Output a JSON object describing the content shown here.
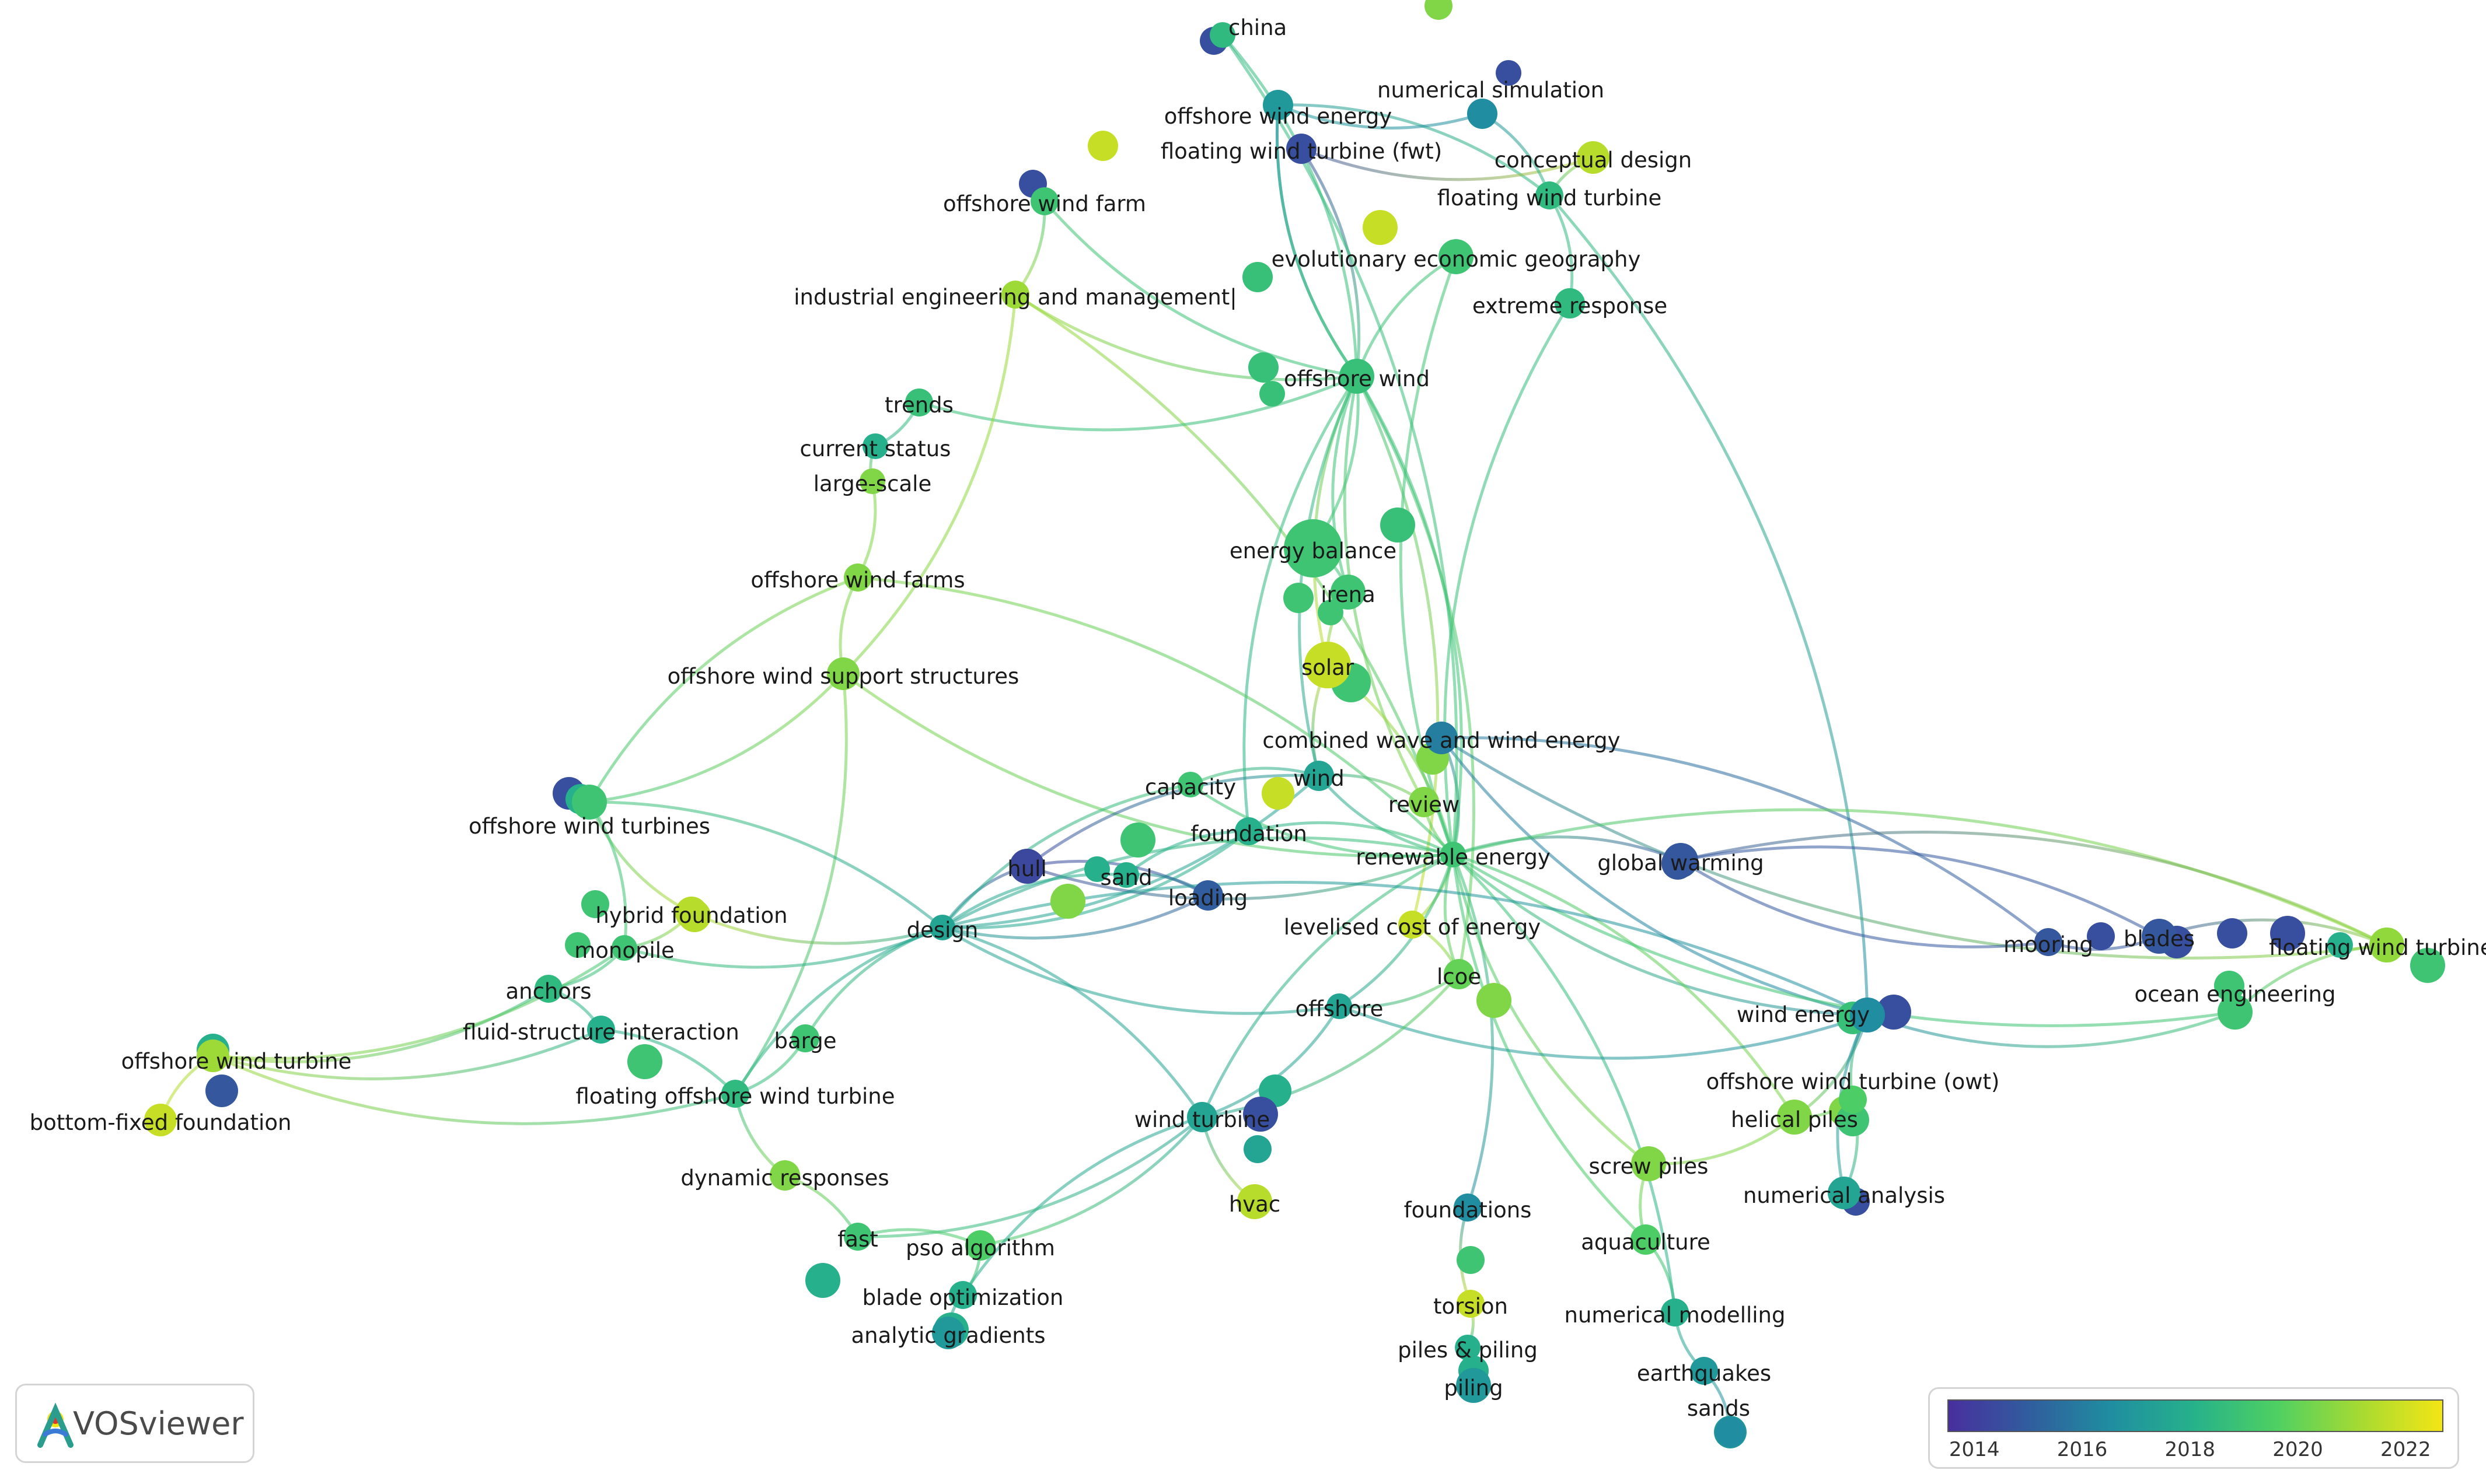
{
  "app": {
    "name": "VOSviewer"
  },
  "colors": {
    "scale": [
      "#482f9e",
      "#305e9e",
      "#1f8fa0",
      "#27b28a",
      "#4fd062",
      "#a6da32",
      "#f3e515"
    ],
    "background": "#ffffff",
    "label": "#1a1a1a"
  },
  "legend": {
    "ticks": [
      "2014",
      "2016",
      "2018",
      "2020",
      "2022"
    ],
    "min": 2013.5,
    "max": 2022.7
  },
  "nodes": [
    {
      "id": "china",
      "label": "china",
      "year": 2018.5
    },
    {
      "id": "numerical-simulation",
      "label": "numerical simulation",
      "year": 2016.5
    },
    {
      "id": "offshore-wind-energy",
      "label": "offshore wind energy",
      "year": 2017.0
    },
    {
      "id": "floating-wind-turbine-fwt",
      "label": "floating wind turbine (fwt)",
      "year": 2014.5
    },
    {
      "id": "conceptual-design",
      "label": "conceptual design",
      "year": 2021.5
    },
    {
      "id": "offshore-wind-farm",
      "label": "offshore wind farm",
      "year": 2019.0
    },
    {
      "id": "floating-wind-turbine",
      "label": "floating wind turbine",
      "year": 2018.5
    },
    {
      "id": "evolutionary-economic-geography",
      "label": "evolutionary economic geography",
      "year": 2019.0
    },
    {
      "id": "industrial-engineering",
      "label": "industrial engineering and management|",
      "year": 2021.0
    },
    {
      "id": "extreme-response",
      "label": "extreme response",
      "year": 2018.5
    },
    {
      "id": "offshore-wind",
      "label": "offshore wind",
      "year": 2018.8
    },
    {
      "id": "trends",
      "label": "trends",
      "year": 2018.8
    },
    {
      "id": "current-status",
      "label": "current status",
      "year": 2018.0
    },
    {
      "id": "large-scale",
      "label": "large-scale",
      "year": 2020.5
    },
    {
      "id": "energy-balance",
      "label": "energy balance",
      "year": 2019.0
    },
    {
      "id": "offshore-wind-farms",
      "label": "offshore wind farms",
      "year": 2020.5
    },
    {
      "id": "irena",
      "label": "irena",
      "year": 2019.0
    },
    {
      "id": "offshore-wind-support-structures",
      "label": "offshore wind support structures",
      "year": 2020.5
    },
    {
      "id": "solar",
      "label": "solar",
      "year": 2021.8
    },
    {
      "id": "combined-wave-wind",
      "label": "combined wave and wind energy",
      "year": 2016.0
    },
    {
      "id": "capacity",
      "label": "capacity",
      "year": 2019.0
    },
    {
      "id": "wind",
      "label": "wind",
      "year": 2017.5
    },
    {
      "id": "review",
      "label": "review",
      "year": 2020.5
    },
    {
      "id": "offshore-wind-turbines",
      "label": "offshore wind turbines",
      "year": 2019.0
    },
    {
      "id": "foundation",
      "label": "foundation",
      "year": 2018.0
    },
    {
      "id": "renewable-energy",
      "label": "renewable energy",
      "year": 2019.0
    },
    {
      "id": "hull",
      "label": "hull",
      "year": 2014.3
    },
    {
      "id": "sand",
      "label": "sand",
      "year": 2018.0
    },
    {
      "id": "global-warming",
      "label": "global warming",
      "year": 2014.8
    },
    {
      "id": "hybrid-foundation",
      "label": "hybrid foundation",
      "year": 2021.5
    },
    {
      "id": "loading",
      "label": "loading",
      "year": 2015.0
    },
    {
      "id": "design",
      "label": "design",
      "year": 2017.5
    },
    {
      "id": "levelised-cost",
      "label": "levelised cost of energy",
      "year": 2021.8
    },
    {
      "id": "monopile",
      "label": "monopile",
      "year": 2019.0
    },
    {
      "id": "mooring",
      "label": "mooring",
      "year": 2014.8
    },
    {
      "id": "blades",
      "label": "blades",
      "year": 2014.8
    },
    {
      "id": "floating-wind-turbines",
      "label": "floating wind turbines",
      "year": 2020.8
    },
    {
      "id": "anchors",
      "label": "anchors",
      "year": 2018.5
    },
    {
      "id": "lcoe",
      "label": "lcoe",
      "year": 2020.0
    },
    {
      "id": "ocean-engineering",
      "label": "ocean engineering",
      "year": 2019.0
    },
    {
      "id": "offshore",
      "label": "offshore",
      "year": 2017.5
    },
    {
      "id": "wind-energy",
      "label": "wind energy",
      "year": 2016.5
    },
    {
      "id": "fluid-structure",
      "label": "fluid-structure interaction",
      "year": 2018.0
    },
    {
      "id": "barge",
      "label": "barge",
      "year": 2019.0
    },
    {
      "id": "offshore-wind-turbine",
      "label": "offshore wind turbine",
      "year": 2021.0
    },
    {
      "id": "floating-offshore-wind-turbine",
      "label": "floating offshore wind turbine",
      "year": 2018.5
    },
    {
      "id": "offshore-wind-turbine-owt",
      "label": "offshore wind turbine (owt)",
      "year": 2019.5
    },
    {
      "id": "bottom-fixed-foundation",
      "label": "bottom-fixed foundation",
      "year": 2021.8
    },
    {
      "id": "wind-turbine",
      "label": "wind turbine",
      "year": 2017.5
    },
    {
      "id": "helical-piles",
      "label": "helical piles",
      "year": 2020.5
    },
    {
      "id": "dynamic-responses",
      "label": "dynamic responses",
      "year": 2020.5
    },
    {
      "id": "screw-piles",
      "label": "screw piles",
      "year": 2020.5
    },
    {
      "id": "hvac",
      "label": "hvac",
      "year": 2021.5
    },
    {
      "id": "numerical-analysis",
      "label": "numerical analysis",
      "year": 2017.5
    },
    {
      "id": "foundations",
      "label": "foundations",
      "year": 2016.5
    },
    {
      "id": "aquaculture",
      "label": "aquaculture",
      "year": 2019.5
    },
    {
      "id": "fast",
      "label": "fast",
      "year": 2019.0
    },
    {
      "id": "pso-algorithm",
      "label": "pso algorithm",
      "year": 2019.5
    },
    {
      "id": "blade-optimization",
      "label": "blade optimization",
      "year": 2018.0
    },
    {
      "id": "torsion",
      "label": "torsion",
      "year": 2021.8
    },
    {
      "id": "numerical-modelling",
      "label": "numerical modelling",
      "year": 2018.0
    },
    {
      "id": "analytic-gradients",
      "label": "analytic gradients",
      "year": 2017.0
    },
    {
      "id": "piles-piling",
      "label": "piles & piling",
      "year": 2018.0
    },
    {
      "id": "earthquakes",
      "label": "earthquakes",
      "year": 2017.0
    },
    {
      "id": "piling",
      "label": "piling",
      "year": 2017.0
    },
    {
      "id": "sands",
      "label": "sands",
      "year": 2016.5
    }
  ],
  "links": [
    [
      "china",
      "offshore-wind"
    ],
    [
      "offshore-wind-energy",
      "offshore-wind"
    ],
    [
      "offshore-wind-energy",
      "floating-wind-turbine"
    ],
    [
      "offshore-wind-energy",
      "numerical-simulation"
    ],
    [
      "floating-wind-turbine-fwt",
      "offshore-wind"
    ],
    [
      "floating-wind-turbine-fwt",
      "conceptual-design"
    ],
    [
      "numerical-simulation",
      "floating-wind-turbine"
    ],
    [
      "conceptual-design",
      "floating-wind-turbine"
    ],
    [
      "floating-wind-turbine",
      "extreme-response"
    ],
    [
      "extreme-response",
      "renewable-energy"
    ],
    [
      "floating-wind-turbine",
      "wind-energy"
    ],
    [
      "offshore-wind-farm",
      "offshore-wind"
    ],
    [
      "offshore-wind-farm",
      "industrial-engineering"
    ],
    [
      "industrial-engineering",
      "offshore-wind"
    ],
    [
      "industrial-engineering",
      "renewable-energy"
    ],
    [
      "evolutionary-economic-geography",
      "offshore-wind"
    ],
    [
      "offshore-wind",
      "energy-balance"
    ],
    [
      "offshore-wind",
      "solar"
    ],
    [
      "offshore-wind",
      "renewable-energy"
    ],
    [
      "offshore-wind",
      "review"
    ],
    [
      "offshore-wind",
      "lcoe"
    ],
    [
      "offshore-wind",
      "wind"
    ],
    [
      "offshore-wind",
      "levelised-cost"
    ],
    [
      "offshore-wind",
      "irena"
    ],
    [
      "offshore-wind",
      "trends"
    ],
    [
      "offshore-wind",
      "foundation"
    ],
    [
      "trends",
      "current-status"
    ],
    [
      "current-status",
      "large-scale"
    ],
    [
      "large-scale",
      "offshore-wind-farms"
    ],
    [
      "offshore-wind-farms",
      "offshore-wind-support-structures"
    ],
    [
      "offshore-wind-farms",
      "renewable-energy"
    ],
    [
      "offshore-wind-farms",
      "offshore-wind-turbines"
    ],
    [
      "offshore-wind-support-structures",
      "offshore-wind-turbines"
    ],
    [
      "offshore-wind-support-structures",
      "renewable-energy"
    ],
    [
      "offshore-wind-support-structures",
      "floating-offshore-wind-turbine"
    ],
    [
      "offshore-wind-support-structures",
      "industrial-engineering"
    ],
    [
      "energy-balance",
      "irena"
    ],
    [
      "irena",
      "solar"
    ],
    [
      "solar",
      "renewable-energy"
    ],
    [
      "solar",
      "wind"
    ],
    [
      "combined-wave-wind",
      "renewable-energy"
    ],
    [
      "combined-wave-wind",
      "wind-energy"
    ],
    [
      "combined-wave-wind",
      "mooring"
    ],
    [
      "combined-wave-wind",
      "floating-wind-turbines"
    ],
    [
      "capacity",
      "wind"
    ],
    [
      "wind",
      "renewable-energy"
    ],
    [
      "wind",
      "design"
    ],
    [
      "wind",
      "hull"
    ],
    [
      "wind",
      "review"
    ],
    [
      "review",
      "renewable-energy"
    ],
    [
      "foundation",
      "renewable-energy"
    ],
    [
      "foundation",
      "sand"
    ],
    [
      "foundation",
      "design"
    ],
    [
      "hull",
      "design"
    ],
    [
      "hull",
      "loading"
    ],
    [
      "hull",
      "renewable-energy"
    ],
    [
      "sand",
      "loading"
    ],
    [
      "sand",
      "design"
    ],
    [
      "renewable-energy",
      "global-warming"
    ],
    [
      "renewable-energy",
      "wind-energy"
    ],
    [
      "renewable-energy",
      "levelised-cost"
    ],
    [
      "renewable-energy",
      "lcoe"
    ],
    [
      "renewable-energy",
      "offshore"
    ],
    [
      "renewable-energy",
      "wind-turbine"
    ],
    [
      "renewable-energy",
      "foundations"
    ],
    [
      "renewable-energy",
      "screw-piles"
    ],
    [
      "renewable-energy",
      "helical-piles"
    ],
    [
      "renewable-energy",
      "design"
    ],
    [
      "renewable-energy",
      "floating-wind-turbines"
    ],
    [
      "renewable-energy",
      "ocean-engineering"
    ],
    [
      "renewable-energy",
      "numerical-modelling"
    ],
    [
      "renewable-energy",
      "aquaculture"
    ],
    [
      "global-warming",
      "blades"
    ],
    [
      "global-warming",
      "mooring"
    ],
    [
      "global-warming",
      "floating-wind-turbines"
    ],
    [
      "mooring",
      "blades"
    ],
    [
      "blades",
      "floating-wind-turbines"
    ],
    [
      "floating-wind-turbines",
      "ocean-engineering"
    ],
    [
      "ocean-engineering",
      "wind-energy"
    ],
    [
      "wind-energy",
      "offshore-wind-turbine-owt"
    ],
    [
      "wind-energy",
      "helical-piles"
    ],
    [
      "wind-energy",
      "numerical-analysis"
    ],
    [
      "wind-energy",
      "offshore"
    ],
    [
      "wind-energy",
      "design"
    ],
    [
      "helical-piles",
      "screw-piles"
    ],
    [
      "helical-piles",
      "offshore-wind-turbine-owt"
    ],
    [
      "offshore-wind-turbine-owt",
      "numerical-analysis"
    ],
    [
      "screw-piles",
      "aquaculture"
    ],
    [
      "aquaculture",
      "numerical-modelling"
    ],
    [
      "numerical-modelling",
      "earthquakes"
    ],
    [
      "earthquakes",
      "sands"
    ],
    [
      "foundations",
      "torsion"
    ],
    [
      "torsion",
      "piles-piling"
    ],
    [
      "piles-piling",
      "piling"
    ],
    [
      "offshore",
      "wind-turbine"
    ],
    [
      "offshore",
      "lcoe"
    ],
    [
      "offshore",
      "design"
    ],
    [
      "lcoe",
      "levelised-cost"
    ],
    [
      "lcoe",
      "wind-turbine"
    ],
    [
      "wind-turbine",
      "hvac"
    ],
    [
      "wind-turbine",
      "pso-algorithm"
    ],
    [
      "wind-turbine",
      "blade-optimization"
    ],
    [
      "wind-turbine",
      "fast"
    ],
    [
      "wind-turbine",
      "design"
    ],
    [
      "pso-algorithm",
      "blade-optimization"
    ],
    [
      "blade-optimization",
      "analytic-gradients"
    ],
    [
      "fast",
      "pso-algorithm"
    ],
    [
      "fast",
      "dynamic-responses"
    ],
    [
      "dynamic-responses",
      "floating-offshore-wind-turbine"
    ],
    [
      "floating-offshore-wind-turbine",
      "barge"
    ],
    [
      "barge",
      "design"
    ],
    [
      "floating-offshore-wind-turbine",
      "fluid-structure"
    ],
    [
      "floating-offshore-wind-turbine",
      "design"
    ],
    [
      "fluid-structure",
      "anchors"
    ],
    [
      "fluid-structure",
      "offshore-wind-turbine"
    ],
    [
      "anchors",
      "monopile"
    ],
    [
      "anchors",
      "offshore-wind-turbine"
    ],
    [
      "monopile",
      "hybrid-foundation"
    ],
    [
      "monopile",
      "offshore-wind-turbine"
    ],
    [
      "monopile",
      "design"
    ],
    [
      "hybrid-foundation",
      "offshore-wind-turbines"
    ],
    [
      "hybrid-foundation",
      "design"
    ],
    [
      "offshore-wind-turbines",
      "monopile"
    ],
    [
      "offshore-wind-turbine",
      "bottom-fixed-foundation"
    ],
    [
      "offshore-wind-turbines",
      "design"
    ],
    [
      "design",
      "loading"
    ],
    [
      "design",
      "capacity"
    ],
    [
      "capacity",
      "renewable-energy"
    ],
    [
      "offshore-wind",
      "offshore-wind-energy"
    ],
    [
      "evolutionary-economic-geography",
      "renewable-energy"
    ],
    [
      "china",
      "renewable-energy"
    ],
    [
      "offshore-wind-turbine",
      "floating-offshore-wind-turbine"
    ]
  ]
}
